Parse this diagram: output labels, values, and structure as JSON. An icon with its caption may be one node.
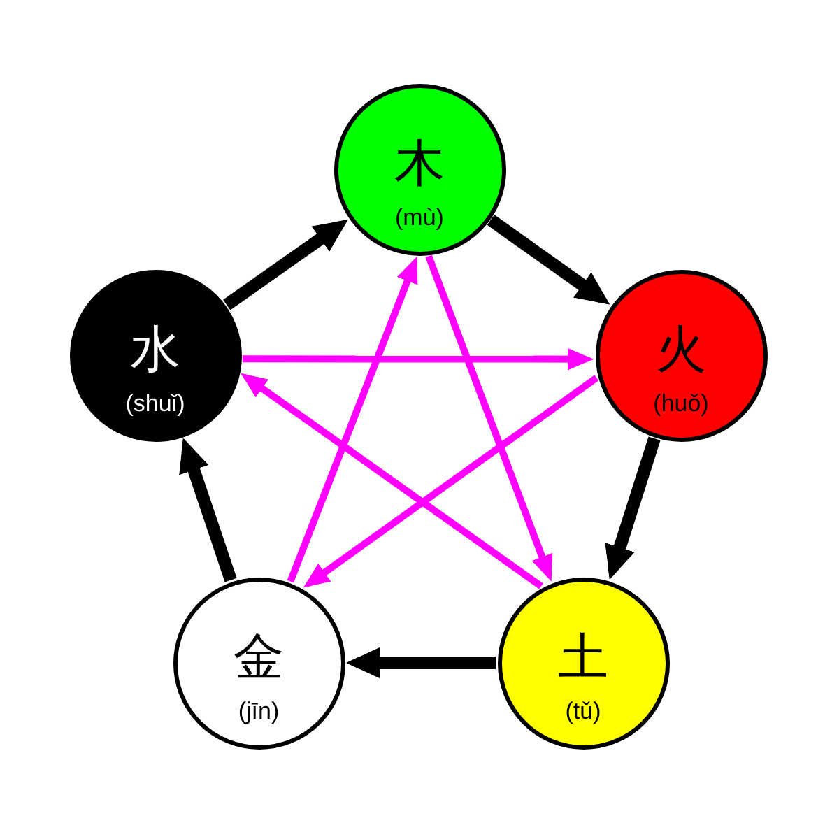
{
  "diagram": {
    "nodes": [
      {
        "text": [
          "木",
          "(mù)"
        ]
      },
      {
        "text": [
          "水",
          "(shuǐ)"
        ]
      },
      {
        "text": [
          "火",
          "(huǒ)"
        ]
      },
      {
        "text": [
          "金",
          "(jīn)"
        ]
      },
      {
        "text": [
          "土",
          "(tǔ)"
        ]
      }
    ],
    "edges": [
      {
        "from": 0,
        "to": 2,
        "arrow": "to",
        "style": "thick"
      },
      {
        "from": 2,
        "to": 4,
        "arrow": "to",
        "style": "thick"
      },
      {
        "from": 4,
        "to": 3,
        "arrow": "to",
        "style": "thick"
      },
      {
        "from": 3,
        "to": 1,
        "arrow": "to",
        "style": "thick"
      },
      {
        "from": 1,
        "to": 0,
        "arrow": "to",
        "style": "thick"
      },
      {
        "from": 1,
        "to": 2,
        "arrow": "to",
        "color": "#ff00ff"
      },
      {
        "from": 2,
        "to": 3,
        "arrow": "to",
        "color": "#ff00ff"
      },
      {
        "from": 3,
        "to": 0,
        "arrow": "to",
        "color": "#ff00ff"
      },
      {
        "from": 0,
        "to": 4,
        "arrow": "to",
        "color": "#ff00ff"
      },
      {
        "from": 4,
        "to": 1,
        "arrow": "to",
        "color": "#ff00ff"
      }
    ]
  }
}
